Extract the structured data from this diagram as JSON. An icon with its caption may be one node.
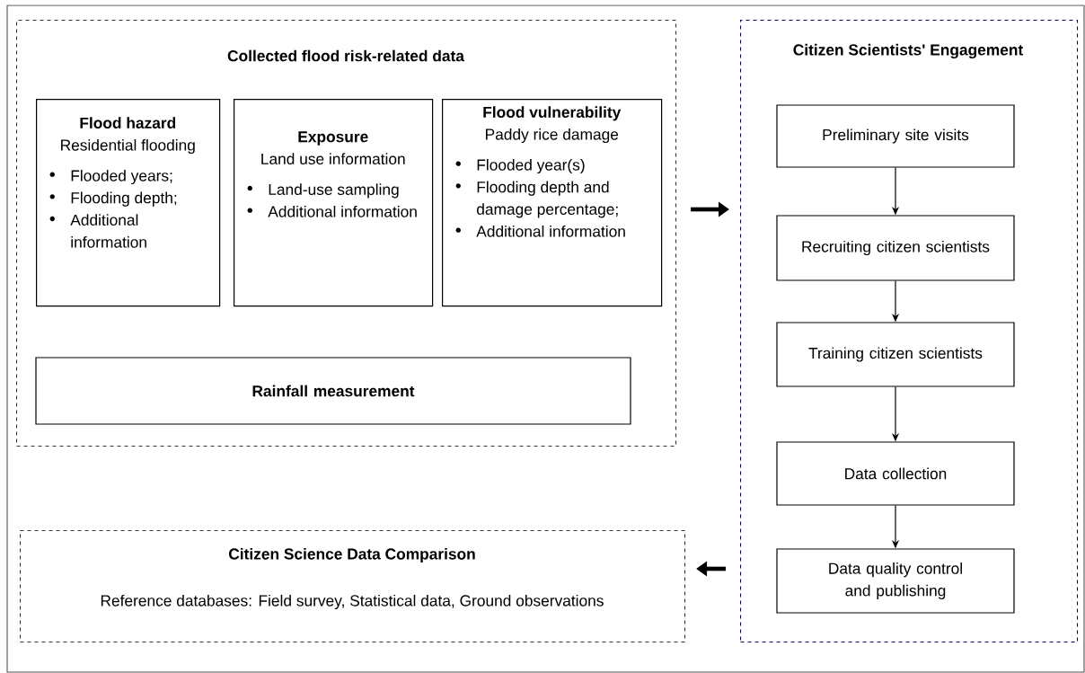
{
  "diagram": {
    "nodes": [
      {
        "text": [
          "Collected flood risk-related data"
        ]
      },
      {
        "text": [
          "Flood hazard",
          "Residential flooding",
          "Flooded years;",
          "Flooding depth;",
          "Additional information"
        ],
        "in": 0
      },
      {
        "text": [
          "Exposure",
          "Land use information",
          "Land-use sampling",
          "Additional information"
        ],
        "in": 0
      },
      {
        "text": [
          "Flood vulnerability",
          "Paddy rice damage",
          "Flooded year(s)",
          "Flooding depth and damage percentage;",
          "Additional information"
        ],
        "in": 0
      },
      {
        "text": [
          "Rainfall measurement"
        ],
        "in": 0
      },
      {
        "text": [
          "Citizen Scientists' Engagement"
        ]
      },
      {
        "text": [
          "Preliminary site visits"
        ],
        "in": 5
      },
      {
        "text": [
          "Recruiting citizen scientists"
        ],
        "in": 5
      },
      {
        "text": [
          "Training citizen scientists"
        ],
        "in": 5
      },
      {
        "text": [
          "Data collection"
        ],
        "in": 5
      },
      {
        "text": [
          "Data quality control and publishing"
        ],
        "in": 5
      },
      {
        "text": [
          "Citizen Science Data Comparison",
          "Reference databases: Field survey, Statistical data, Ground observations"
        ]
      }
    ],
    "edges": [
      {
        "from": 6,
        "to": 7,
        "arrow": "to"
      },
      {
        "from": 7,
        "to": 8,
        "arrow": "to"
      },
      {
        "from": 8,
        "to": 9,
        "arrow": "to"
      },
      {
        "from": 9,
        "to": 10,
        "arrow": "to"
      },
      {
        "from": 0,
        "to": 5,
        "arrow": "to",
        "style": "thick"
      },
      {
        "from": 5,
        "to": 11,
        "arrow": "to",
        "style": "thick"
      }
    ]
  }
}
